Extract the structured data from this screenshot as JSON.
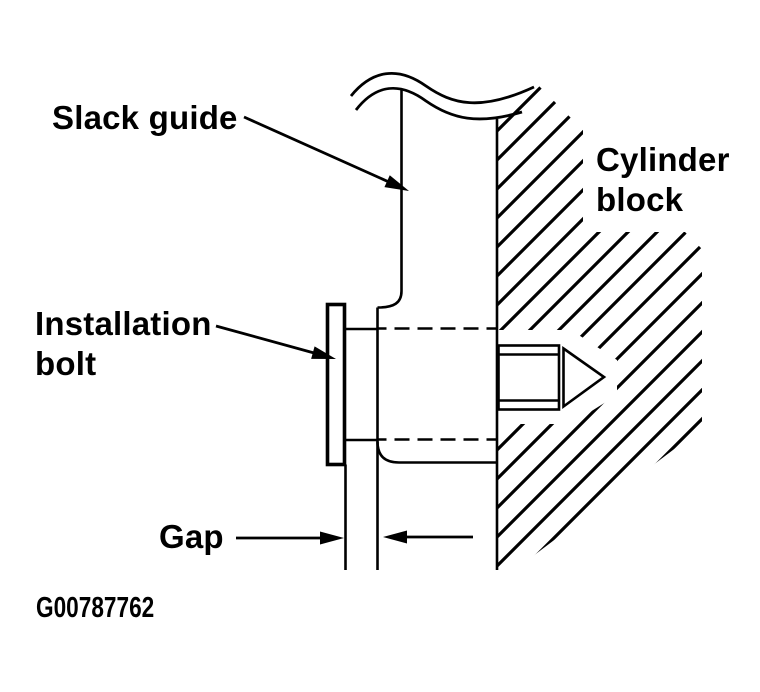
{
  "figure": {
    "id": "G00787762"
  },
  "labels": {
    "slack_guide": "Slack guide",
    "installation_bolt": "Installation\nbolt",
    "cylinder_block": "Cylinder\nblock",
    "gap": "Gap"
  },
  "colors": {
    "ink": "#000000",
    "background": "#ffffff"
  }
}
